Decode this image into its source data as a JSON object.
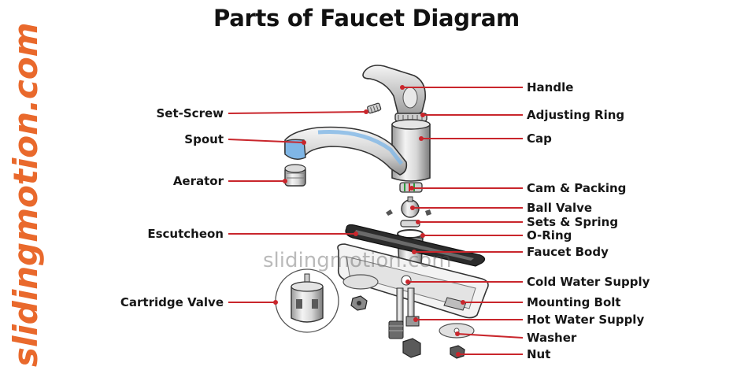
{
  "title": "Parts of Faucet Diagram",
  "brand": "slidingmotion.com",
  "watermark": "slidingmotion.com",
  "colors": {
    "leader_line": "#c9262c",
    "brand": "#e9692c",
    "spout_blue": "#7fb6e6",
    "metal_light": "#f2f2f2",
    "metal_dark": "#8c8c8c"
  },
  "labels_left": [
    "Set-Screw",
    "Spout",
    "Aerator",
    "Escutcheon",
    "Cartridge Valve"
  ],
  "labels_right": [
    "Handle",
    "Adjusting Ring",
    "Cap",
    "Cam & Packing",
    "Ball Valve",
    "Sets & Spring",
    "O-Ring",
    "Faucet Body",
    "Cold Water Supply",
    "Mounting Bolt",
    "Hot Water Supply",
    "Washer",
    "Nut"
  ]
}
